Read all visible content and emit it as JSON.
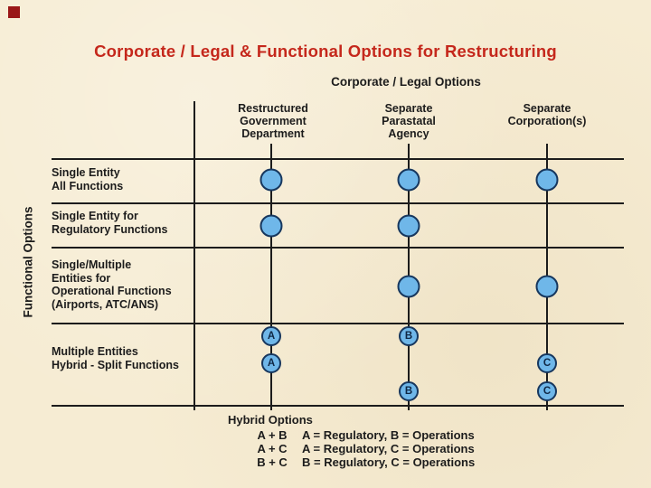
{
  "colors": {
    "background": "#F6ECD3",
    "title_red": "#C5281C",
    "line_black": "#1C1C1C",
    "marker_fill": "#6FB7E9",
    "marker_border": "#17375E",
    "corner_square": "#9A1717"
  },
  "title": "Corporate / Legal & Functional Options for Restructuring",
  "subtitle": "Corporate / Legal Options",
  "y_axis_label": "Functional Options",
  "columns": [
    {
      "label": "Restructured\nGovernment\nDepartment"
    },
    {
      "label": "Separate\nParastatal\nAgency"
    },
    {
      "label": "Separate\nCorporation(s)"
    }
  ],
  "rows": [
    {
      "label": "Single Entity\nAll Functions"
    },
    {
      "label": "Single Entity for\nRegulatory Functions"
    },
    {
      "label": "Single/Multiple\nEntities for\nOperational Functions\n(Airports, ATC/ANS)"
    },
    {
      "label": "Multiple Entities\nHybrid - Split Functions"
    }
  ],
  "matrix": {
    "markers": [
      {
        "row": "r1",
        "col": 0
      },
      {
        "row": "r1",
        "col": 1
      },
      {
        "row": "r1",
        "col": 2
      },
      {
        "row": "r2",
        "col": 0
      },
      {
        "row": "r2",
        "col": 1
      },
      {
        "row": "r3",
        "col": 1
      },
      {
        "row": "r3",
        "col": 2
      },
      {
        "row": "h1",
        "col": 0,
        "letter": "A"
      },
      {
        "row": "h1",
        "col": 1,
        "letter": "B"
      },
      {
        "row": "h2",
        "col": 0,
        "letter": "A"
      },
      {
        "row": "h2",
        "col": 2,
        "letter": "C"
      },
      {
        "row": "h3",
        "col": 1,
        "letter": "B"
      },
      {
        "row": "h3",
        "col": 2,
        "letter": "C"
      }
    ]
  },
  "legend": {
    "title": "Hybrid Options",
    "items": [
      {
        "combo": "A + B",
        "meaning": "A = Regulatory, B = Operations"
      },
      {
        "combo": "A + C",
        "meaning": "A = Regulatory, C = Operations"
      },
      {
        "combo": "B + C",
        "meaning": "B = Regulatory, C = Operations"
      }
    ]
  }
}
